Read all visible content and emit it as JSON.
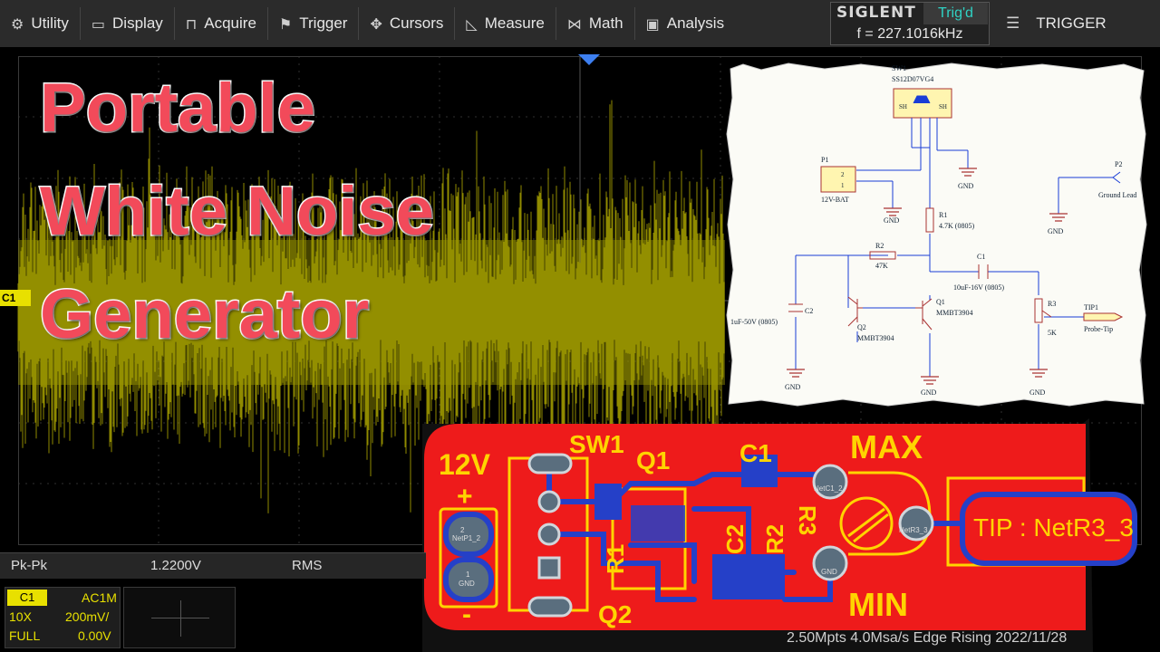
{
  "menu": {
    "items": [
      {
        "label": "Utility",
        "icon": "gear-icon",
        "glyph": "⚙"
      },
      {
        "label": "Display",
        "icon": "monitor-icon",
        "glyph": "🖵"
      },
      {
        "label": "Acquire",
        "icon": "acquire-icon",
        "glyph": "⎍"
      },
      {
        "label": "Trigger",
        "icon": "flag-icon",
        "glyph": "⚑"
      },
      {
        "label": "Cursors",
        "icon": "cursor-icon",
        "glyph": "⌖"
      },
      {
        "label": "Measure",
        "icon": "measure-icon",
        "glyph": "◺"
      },
      {
        "label": "Math",
        "icon": "math-icon",
        "glyph": "⋈"
      },
      {
        "label": "Analysis",
        "icon": "analysis-icon",
        "glyph": "▣"
      }
    ],
    "brand": "SIGLENT",
    "trig_state": "Trig'd",
    "frequency": "f = 227.1016kHz",
    "trigger_label": "TRIGGER",
    "trigger_icon": "list-icon"
  },
  "overlay_title": [
    "Portable",
    "White Noise",
    "Generator"
  ],
  "channel_marker": "C1",
  "measurement": {
    "name": "Pk-Pk",
    "value": "1.2200V",
    "next": "RMS"
  },
  "channel": {
    "label": "C1",
    "coupling": "AC1M",
    "probe": "10X",
    "scale": "200mV/",
    "bandwidth": "FULL",
    "offset": "0.00V"
  },
  "status_strip": "2.50Mpts   4.0Msa/s   Edge   Rising   2022/11/28",
  "schematic": {
    "sw1_ref": "SW1",
    "sw1_part": "SS12D07VG4",
    "sh": "SH",
    "p1_ref": "P1",
    "p1_part": "12V-BAT",
    "p1_pin1": "1",
    "p1_pin2": "2",
    "p2_ref": "P2",
    "p2_part": "Ground Lead",
    "r1_ref": "R1",
    "r1_val": "4.7K (0805)",
    "r2_ref": "R2",
    "r2_val": "47K",
    "c1_ref": "C1",
    "c1_val": "10uF-16V (0805)",
    "c2_ref": "C2",
    "c2_val": "1uF-50V (0805)",
    "q1_ref": "Q1",
    "q1_part": "MMBT3904",
    "q2_ref": "Q2",
    "q2_part": "MMBT3904",
    "r3_ref": "R3",
    "r3_val": "5K",
    "tip_ref": "TIP1",
    "tip_part": "Probe-Tip",
    "gnd": "GND"
  },
  "pcb": {
    "voltage": "12V",
    "plus": "+",
    "minus": "-",
    "sw1": "SW1",
    "q1": "Q1",
    "q2": "Q2",
    "c1": "C1",
    "c2": "C2",
    "r1": "R1",
    "r2": "R2",
    "r3": "R3",
    "max": "MAX",
    "min": "MIN",
    "pad_netp1": "NetP1_2",
    "pad_gnd": "GND",
    "pad_netc1": "NetC1_2",
    "pad_netr3": "NetR3_3",
    "tip": "TIP : NetR3_3",
    "colors": {
      "board": "#ee1b1b",
      "trace": "#2540c8",
      "silk": "#ffd400"
    }
  }
}
